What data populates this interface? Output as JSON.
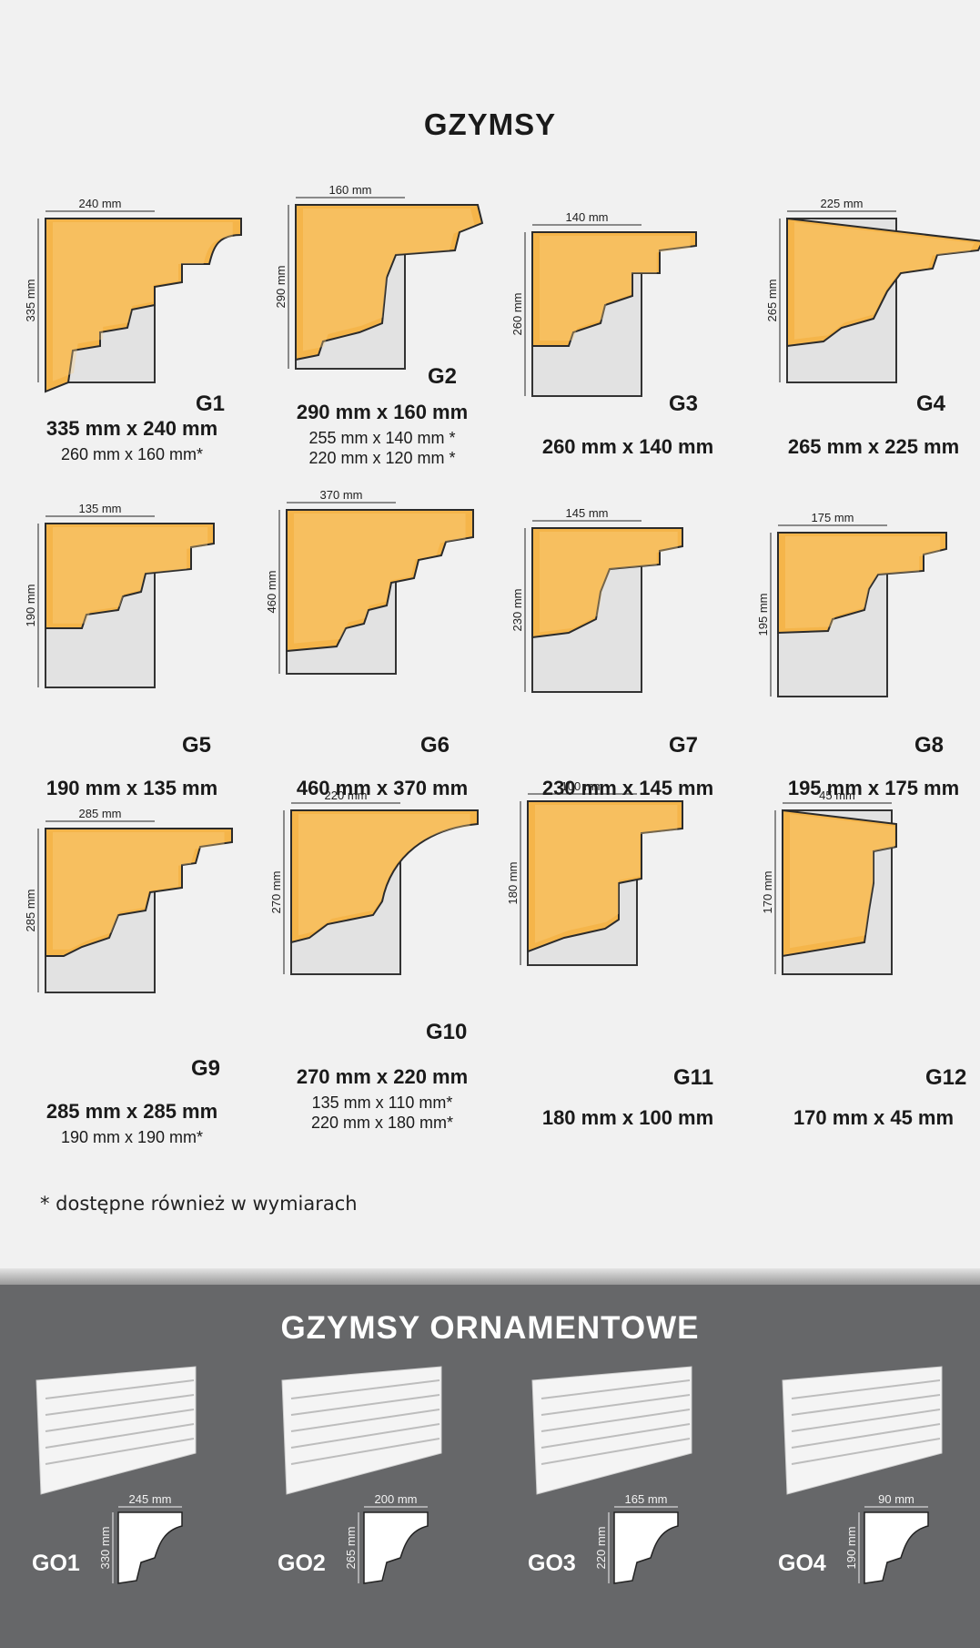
{
  "page": {
    "title": "GZYMSY"
  },
  "products": [
    {
      "code": "G1",
      "dim_w": "240 mm",
      "dim_h": "335 mm",
      "main": "335 mm x 240 mm",
      "alt": [
        "260 mm x 160 mm*"
      ]
    },
    {
      "code": "G2",
      "dim_w": "160 mm",
      "dim_h": "290 mm",
      "main": "290 mm x 160 mm",
      "alt": [
        "255 mm x 140 mm *",
        "220 mm x 120 mm *"
      ]
    },
    {
      "code": "G3",
      "dim_w": "140 mm",
      "dim_h": "260 mm",
      "main": "260 mm x 140 mm",
      "alt": []
    },
    {
      "code": "G4",
      "dim_w": "225 mm",
      "dim_h": "265 mm",
      "main": "265 mm x 225 mm",
      "alt": []
    },
    {
      "code": "G5",
      "dim_w": "135 mm",
      "dim_h": "190 mm",
      "main": "190 mm x 135 mm",
      "alt": []
    },
    {
      "code": "G6",
      "dim_w": "370 mm",
      "dim_h": "460 mm",
      "main": "460 mm x 370 mm",
      "alt": []
    },
    {
      "code": "G7",
      "dim_w": "145 mm",
      "dim_h": "230 mm",
      "main": "230 mm x 145 mm",
      "alt": []
    },
    {
      "code": "G8",
      "dim_w": "175 mm",
      "dim_h": "195 mm",
      "main": "195 mm x 175 mm",
      "alt": []
    },
    {
      "code": "G9",
      "dim_w": "285 mm",
      "dim_h": "285 mm",
      "main": "285 mm x 285 mm",
      "alt": [
        "190 mm x 190 mm*"
      ]
    },
    {
      "code": "G10",
      "dim_w": "220 mm",
      "dim_h": "270 mm",
      "main": "270 mm x 220 mm",
      "alt": [
        "135 mm x 110 mm*",
        "220 mm x 180 mm*"
      ]
    },
    {
      "code": "G11",
      "dim_w": "100 mm",
      "dim_h": "180 mm",
      "main": "180 mm x 100 mm",
      "alt": []
    },
    {
      "code": "G12",
      "dim_w": "45 mm",
      "dim_h": "170 mm",
      "main": "170 mm x 45 mm",
      "alt": []
    }
  ],
  "footnote": "* dostępne również w wymiarach",
  "ornamental": {
    "title": "GZYMSY ORNAMENTOWE",
    "items": [
      {
        "code": "GO1",
        "dim_w": "245 mm",
        "dim_h": "330 mm"
      },
      {
        "code": "GO2",
        "dim_w": "200 mm",
        "dim_h": "265 mm"
      },
      {
        "code": "GO3",
        "dim_w": "165 mm",
        "dim_h": "220 mm"
      },
      {
        "code": "GO4",
        "dim_w": "90 mm",
        "dim_h": "190 mm"
      }
    ]
  },
  "colors": {
    "molding": "#f5b54a",
    "molding_light": "#fcd088",
    "foam": "#e2e2e2",
    "dark_bg": "#666769"
  }
}
